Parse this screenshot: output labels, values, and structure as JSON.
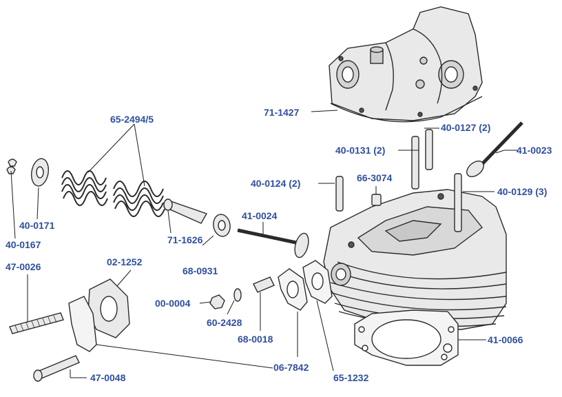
{
  "colors": {
    "label": "#2f4f9f",
    "line": "#1a1a1a",
    "part_fill": "#e9e9e9",
    "part_stroke": "#2a2a2a"
  },
  "labels": {
    "p71_1427": "71-1427",
    "p40_0127": "40-0127 (2)",
    "p40_0131": "40-0131 (2)",
    "p41_0023": "41-0023",
    "p65_2494": "65-2494/5",
    "p40_0124": "40-0124 (2)",
    "p66_3074": "66-3074",
    "p40_0129": "40-0129 (3)",
    "p41_0024": "41-0024",
    "p40_0171": "40-0171",
    "p40_0167": "40-0167",
    "p71_1626": "71-1626",
    "p68_0931": "68-0931",
    "p47_0026": "47-0026",
    "p02_1252": "02-1252",
    "p00_0004": "00-0004",
    "p60_2428": "60-2428",
    "p68_0018": "68-0018",
    "p41_0066": "41-0066",
    "p06_7842": "06-7842",
    "p65_1232": "65-1232",
    "p47_0048": "47-0048"
  }
}
